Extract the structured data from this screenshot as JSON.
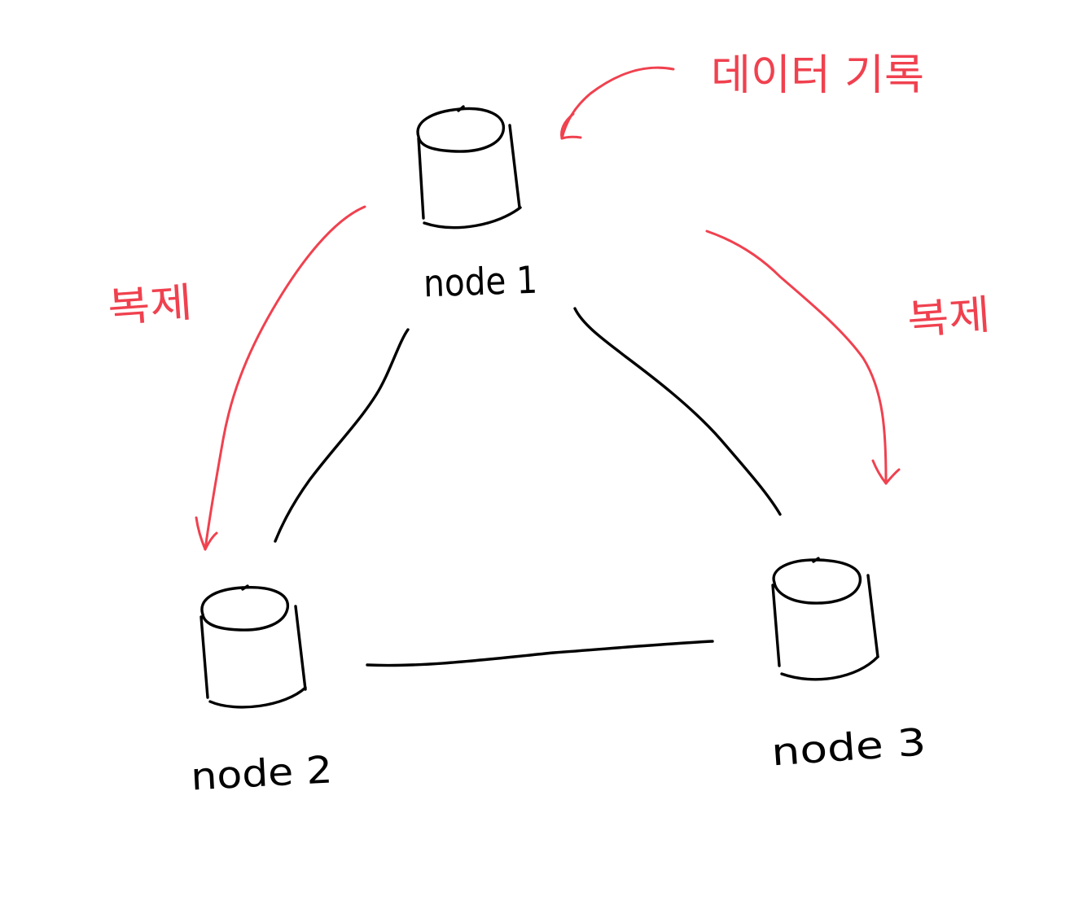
{
  "nodes": [
    {
      "id": "node1",
      "label": "node 1"
    },
    {
      "id": "node2",
      "label": "node 2"
    },
    {
      "id": "node3",
      "label": "node 3"
    }
  ],
  "annotations": {
    "write": "데이터 기록",
    "replicate_left": "복제",
    "replicate_right": "복제"
  },
  "colors": {
    "ink": "#000000",
    "annotation": "#f0414f",
    "background": "#ffffff"
  }
}
